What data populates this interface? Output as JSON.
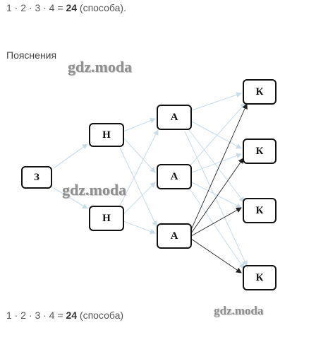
{
  "formula_top": {
    "factors": "1 · 2 · 3 · 4 = ",
    "result": "24",
    "unit": " (способа)."
  },
  "section_title": "Пояснения",
  "nodes": {
    "z": "З",
    "n1": "Н",
    "n2": "Н",
    "a1": "А",
    "a2": "А",
    "a3": "А",
    "k1": "К",
    "k2": "К",
    "k3": "К",
    "k4": "К"
  },
  "watermarks": [
    "gdz.moda",
    "gdz.moda",
    "gdz.moda"
  ],
  "formula_bottom": {
    "factors": "1 · 2 · 3 · 4 = ",
    "result": "24",
    "unit": " (способа)"
  },
  "colors": {
    "edge_dark": "#222222",
    "edge_faint": "#c9dce8",
    "node_border": "#111111"
  }
}
